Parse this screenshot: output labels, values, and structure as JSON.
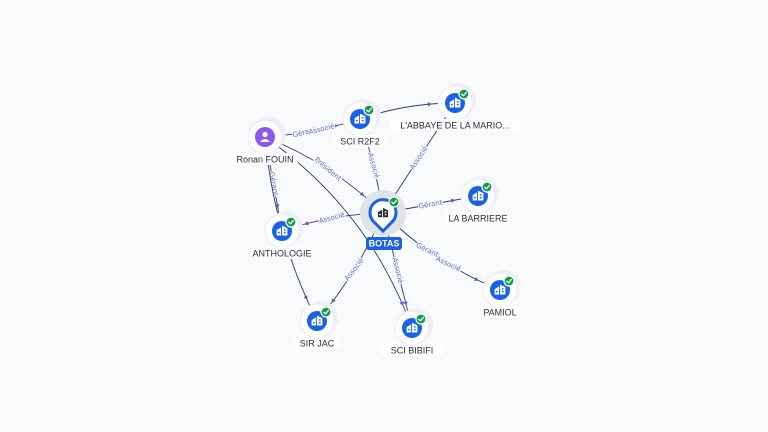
{
  "center": {
    "label": "BOTAS",
    "icon": "building-icon",
    "verified": true
  },
  "nodes": [
    {
      "id": "sci-r2f2",
      "label": "SCI R2F2",
      "kind": "company",
      "icon": "building-icon",
      "verified": true
    },
    {
      "id": "abbaye",
      "label": "L'ABBAYE DE LA MARIO...",
      "kind": "company",
      "icon": "building-icon",
      "verified": true
    },
    {
      "id": "ronan",
      "label": "Ronan FOUIN",
      "kind": "person",
      "icon": "person-icon",
      "verified": false
    },
    {
      "id": "barriere",
      "label": "LA BARRIERE",
      "kind": "company",
      "icon": "building-icon",
      "verified": true
    },
    {
      "id": "anthologie",
      "label": "ANTHOLOGIE",
      "kind": "company",
      "icon": "building-icon",
      "verified": true
    },
    {
      "id": "pamiol",
      "label": "PAMIOL",
      "kind": "company",
      "icon": "building-icon",
      "verified": true
    },
    {
      "id": "sir-jac",
      "label": "SIR JAC",
      "kind": "company",
      "icon": "building-icon",
      "verified": true
    },
    {
      "id": "sci-bibifi",
      "label": "SCI BIBIFI",
      "kind": "company",
      "icon": "building-icon",
      "verified": true
    }
  ],
  "edges": [
    {
      "from": "ronan",
      "to": "sci-r2f2",
      "labels": [
        "Gérant",
        "Associé"
      ]
    },
    {
      "from": "ronan",
      "to": "botas",
      "labels": [
        "Président"
      ]
    },
    {
      "from": "ronan",
      "to": "anthologie",
      "labels": [
        "Gérant"
      ]
    },
    {
      "from": "ronan",
      "to": "sir-jac",
      "labels": [
        "Gérant"
      ]
    },
    {
      "from": "ronan",
      "to": "sci-bibifi",
      "labels": []
    },
    {
      "from": "sci-r2f2",
      "to": "abbaye",
      "labels": []
    },
    {
      "from": "botas",
      "to": "sci-r2f2",
      "labels": [
        "Associé"
      ]
    },
    {
      "from": "botas",
      "to": "abbaye",
      "labels": [
        "Associé"
      ]
    },
    {
      "from": "botas",
      "to": "barriere",
      "labels": [
        "Gérant"
      ]
    },
    {
      "from": "botas",
      "to": "pamiol",
      "labels": [
        "Gérant",
        "Associé"
      ]
    },
    {
      "from": "botas",
      "to": "anthologie",
      "labels": [
        "Associé"
      ]
    },
    {
      "from": "botas",
      "to": "sir-jac",
      "labels": [
        "Associé"
      ]
    },
    {
      "from": "botas",
      "to": "sci-bibifi",
      "labels": [
        "Associé"
      ]
    }
  ],
  "colors": {
    "company": "#1a62e5",
    "person": "#8c5ae8",
    "verified": "#149b4a",
    "edge_label": "#5a6fd0"
  }
}
